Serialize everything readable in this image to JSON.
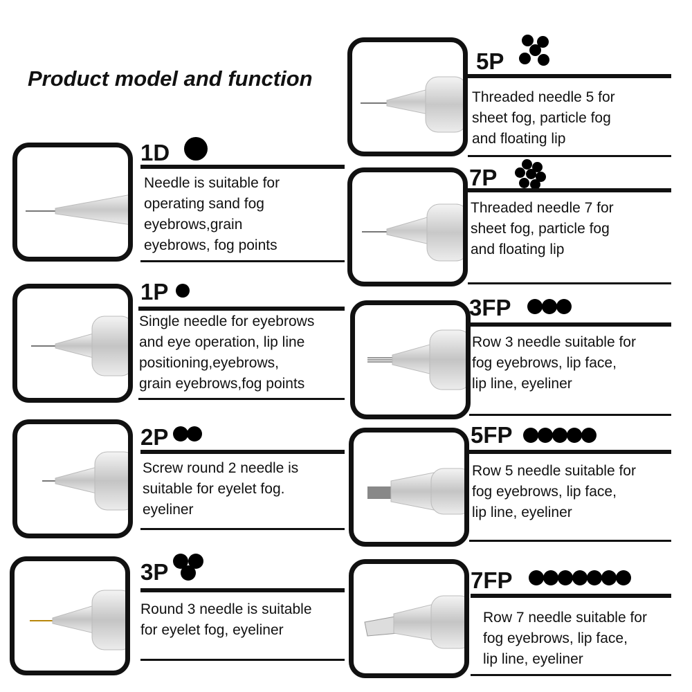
{
  "title": "Product model and function",
  "items": [
    {
      "code": "1D",
      "desc": [
        "Needle is suitable for",
        "operating sand fog",
        "eyebrows,grain",
        "eyebrows, fog points"
      ]
    },
    {
      "code": "1P",
      "desc": [
        "Single needle for eyebrows",
        "and eye operation, lip line",
        "positioning,eyebrows,",
        "grain eyebrows,fog points"
      ]
    },
    {
      "code": "2P",
      "desc": [
        "Screw round 2 needle is",
        "suitable for eyelet fog.",
        "eyeliner"
      ]
    },
    {
      "code": "3P",
      "desc": [
        "Round 3 needle is suitable",
        "for eyelet fog, eyeliner"
      ]
    },
    {
      "code": "5P",
      "desc": [
        "Threaded needle 5 for",
        "sheet fog, particle fog",
        "and floating lip"
      ]
    },
    {
      "code": "7P",
      "desc": [
        "Threaded needle 7 for",
        "sheet fog, particle fog",
        "and floating lip"
      ]
    },
    {
      "code": "3FP",
      "desc": [
        "Row 3 needle suitable for",
        "fog eyebrows, lip face,",
        "lip line, eyeliner"
      ]
    },
    {
      "code": "5FP",
      "desc": [
        "Row 5 needle suitable for",
        "fog eyebrows, lip face,",
        "lip line, eyeliner"
      ]
    },
    {
      "code": "7FP",
      "desc": [
        "Row 7 needle suitable for",
        "fog eyebrows, lip face,",
        "lip line, eyeliner"
      ]
    }
  ]
}
